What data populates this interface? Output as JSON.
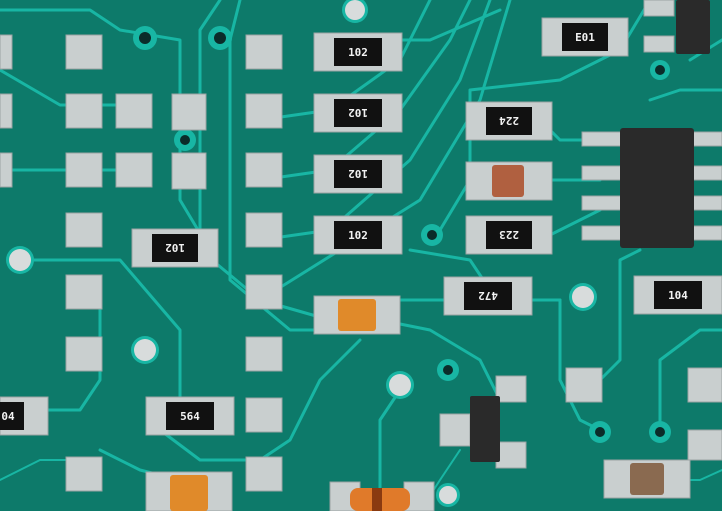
{
  "components": {
    "r1": "102",
    "r2": "102",
    "r3": "102",
    "r4": "102",
    "r5": "102",
    "r6": "564",
    "r7": "E01",
    "r8": "224",
    "r9": "223",
    "r10": "472",
    "r11": "104",
    "r12": "04"
  },
  "colors": {
    "board": "#0d7a6a",
    "trace": "#18b6a4",
    "pad": "#c9cfcf",
    "resistor": "#111111",
    "capacitor": "#e08a2a"
  }
}
